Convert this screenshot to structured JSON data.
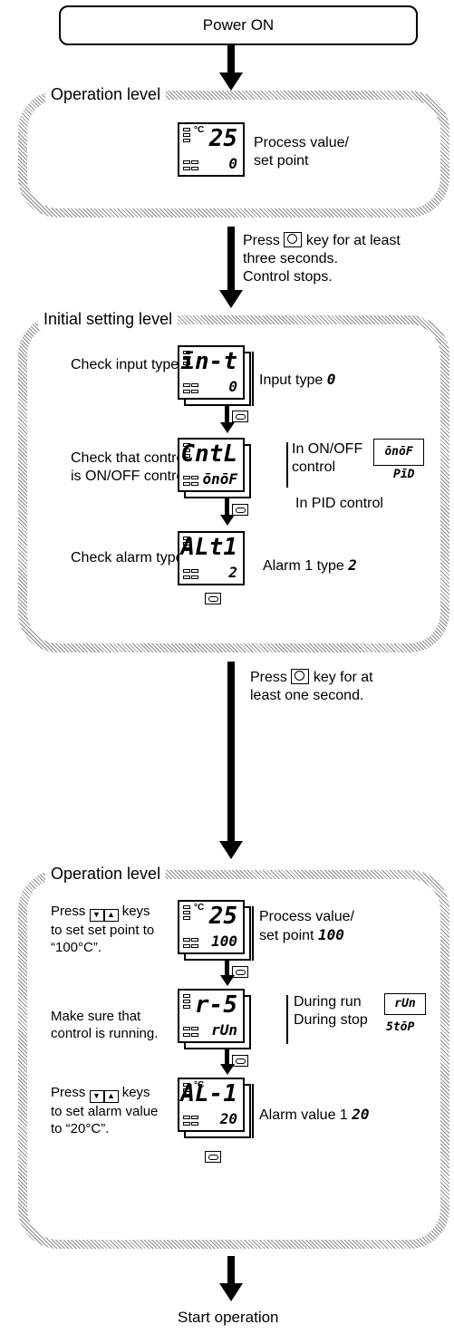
{
  "power_on": "Power ON",
  "level1": {
    "title": "Operation level",
    "display": {
      "upper": "25",
      "lower": "0"
    },
    "desc": [
      "Process value/",
      "set point"
    ]
  },
  "arrow1_text": [
    "Press",
    "key for at least",
    "three seconds.",
    "Control stops."
  ],
  "level2": {
    "title": "Initial setting level",
    "steps": [
      {
        "label": [
          "Check input type."
        ],
        "upper": "īn-t",
        "lower": "0",
        "desc": "Input type",
        "desc_value": "0"
      },
      {
        "label": [
          "Check that control",
          "is ON/OFF control."
        ],
        "upper": "CntL",
        "lower": "ōnōF",
        "desc_top": [
          "In ON/OFF",
          "control"
        ],
        "desc_top_value": "ōnōF",
        "desc_bottom": "In PID control",
        "desc_bottom_value": "PīD"
      },
      {
        "label": [
          "Check alarm type."
        ],
        "upper": "ALt1",
        "lower": "2",
        "desc": "Alarm 1 type",
        "desc_value": "2"
      }
    ]
  },
  "arrow2_text": [
    "Press",
    "key for at",
    "least one second."
  ],
  "level3": {
    "title": "Operation level",
    "steps": [
      {
        "label": [
          "Press",
          "keys",
          "to set set point to",
          "“100°C”."
        ],
        "upper": "25",
        "lower": "100",
        "desc": [
          "Process value/",
          "set point"
        ],
        "desc_value": "100"
      },
      {
        "label": [
          "Make sure that",
          "control is running."
        ],
        "upper": "r-5",
        "lower": "rUn",
        "desc_top": "During run",
        "desc_top_value": "rUn",
        "desc_bottom": "During stop",
        "desc_bottom_value": "5tōP"
      },
      {
        "label": [
          "Press",
          "keys",
          "to set alarm value",
          "to “20°C”."
        ],
        "upper": "AL-1",
        "lower": "20",
        "desc": "Alarm value 1",
        "desc_value": "20"
      }
    ]
  },
  "start": "Start operation",
  "icons": {
    "mode_key": "mode-key-icon",
    "circle_key": "circle-key-icon",
    "down_key": "down-key-icon",
    "up_key": "up-key-icon"
  }
}
